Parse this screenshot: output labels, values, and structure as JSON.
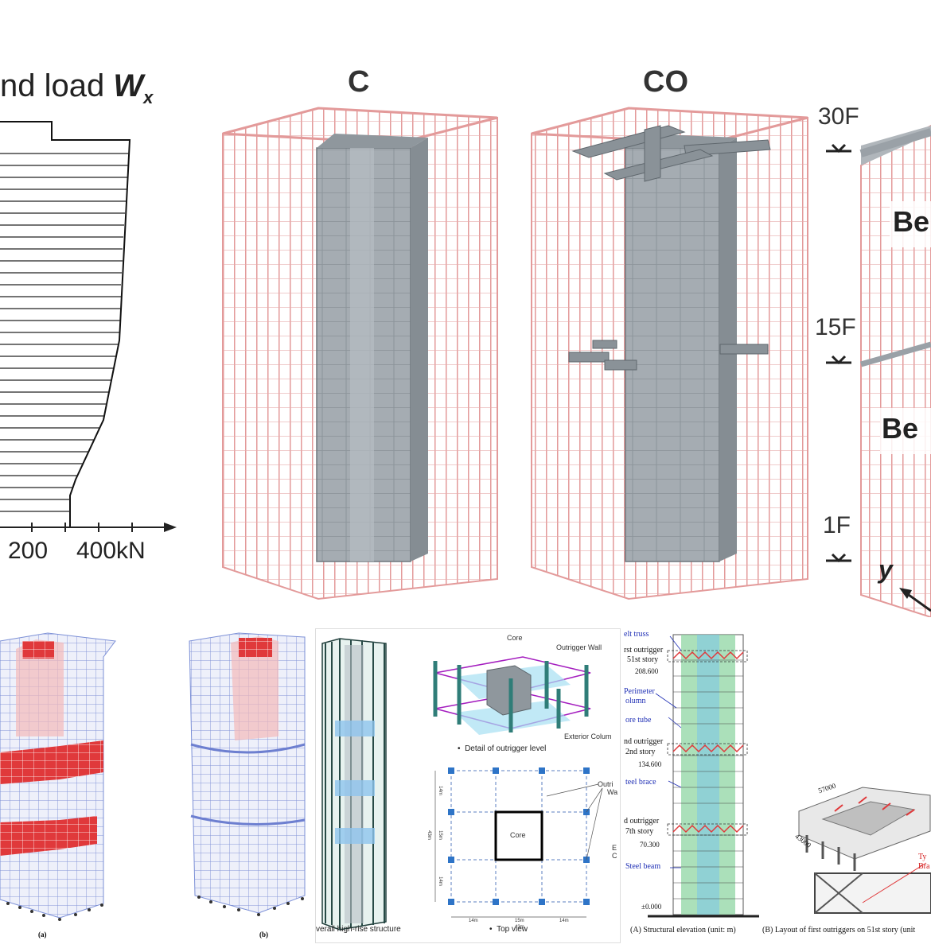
{
  "top": {
    "wind_title": "nd  load",
    "wind_symbol": "W",
    "wind_sub": "x",
    "axis_200": "200",
    "axis_400": "400kN",
    "model_c": "C",
    "model_co": "CO",
    "floor_30": "30F",
    "floor_15": "15F",
    "floor_1": "1F",
    "belt_1": "Be",
    "belt_2": "Be",
    "axis_y": "y"
  },
  "bottom_left": {
    "caption_a": "(a)",
    "caption_b": "(b)"
  },
  "bottom_mid": {
    "overall_caption": "verall  high-rise structure",
    "core_label": "Core",
    "outrigger_wall": "Outrigger Wall",
    "exterior_column": "Exterior Colum",
    "detail_caption": "Detail of outrigger level",
    "core_box": "Core",
    "outrigger_right_1": "Outri",
    "outrigger_right_2": "Wa",
    "e_label": "E",
    "c_label": "C",
    "dim_14m_a": "14m",
    "dim_15m_v": "15m",
    "dim_14m_b": "14m",
    "dim_43m_v": "43m",
    "dim_14m_c": "14m",
    "dim_15m_h": "15m",
    "dim_14m_d": "14m",
    "dim_43m_h": "43m",
    "top_view_caption": "Top view",
    "bullet": "•"
  },
  "bottom_right": {
    "belt_truss": "elt truss",
    "first_outrigger": "rst outrigger",
    "story_51": "51st story",
    "elev_208": "208.600",
    "perimeter": "Perimeter",
    "column": "olumn",
    "core_tube": "ore tube",
    "second_outrigger": "nd outrigger",
    "story_2nd": "2nd story",
    "elev_134": "134.600",
    "steel_brace": "teel brace",
    "third_outrigger": "d outrigger",
    "story_7th": "7th story",
    "elev_70": "70.300",
    "steel_beam": "Steel beam",
    "elev_0": "±0.000",
    "dim_57000": "57000",
    "dim_43000": "43000",
    "ty": "Ty",
    "bra": "Bra",
    "caption_a": "(A) Structural elevation (unit: m)",
    "caption_b": "(B) Layout of first outriggers on 51st story (unit"
  },
  "colors": {
    "frame_red": "#e8a0a0",
    "core_grey": "#9ea5ab",
    "blue_frame": "#7b8fd6",
    "outrigger_red": "#e0393b",
    "green_core": "#8fd6a3"
  }
}
